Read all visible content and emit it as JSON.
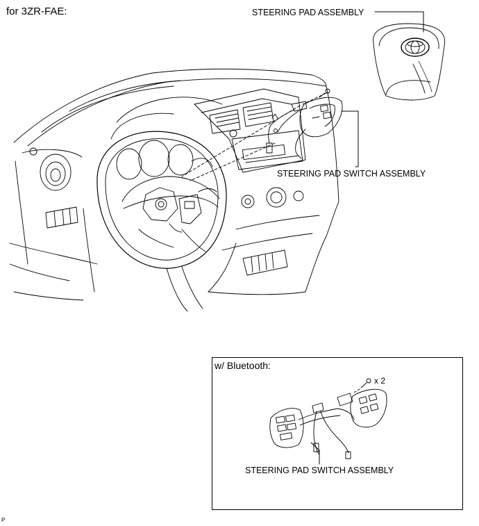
{
  "diagram": {
    "title": "for 3ZR-FAE:",
    "labels": {
      "steering_pad_assembly": "STEERING PAD ASSEMBLY",
      "steering_pad_switch_assembly": "STEERING PAD SWITCH ASSEMBLY"
    },
    "inset": {
      "title": "w/ Bluetooth:",
      "screw_count": "x 2",
      "label": "STEERING PAD SWITCH ASSEMBLY"
    },
    "footer_code": "P"
  }
}
